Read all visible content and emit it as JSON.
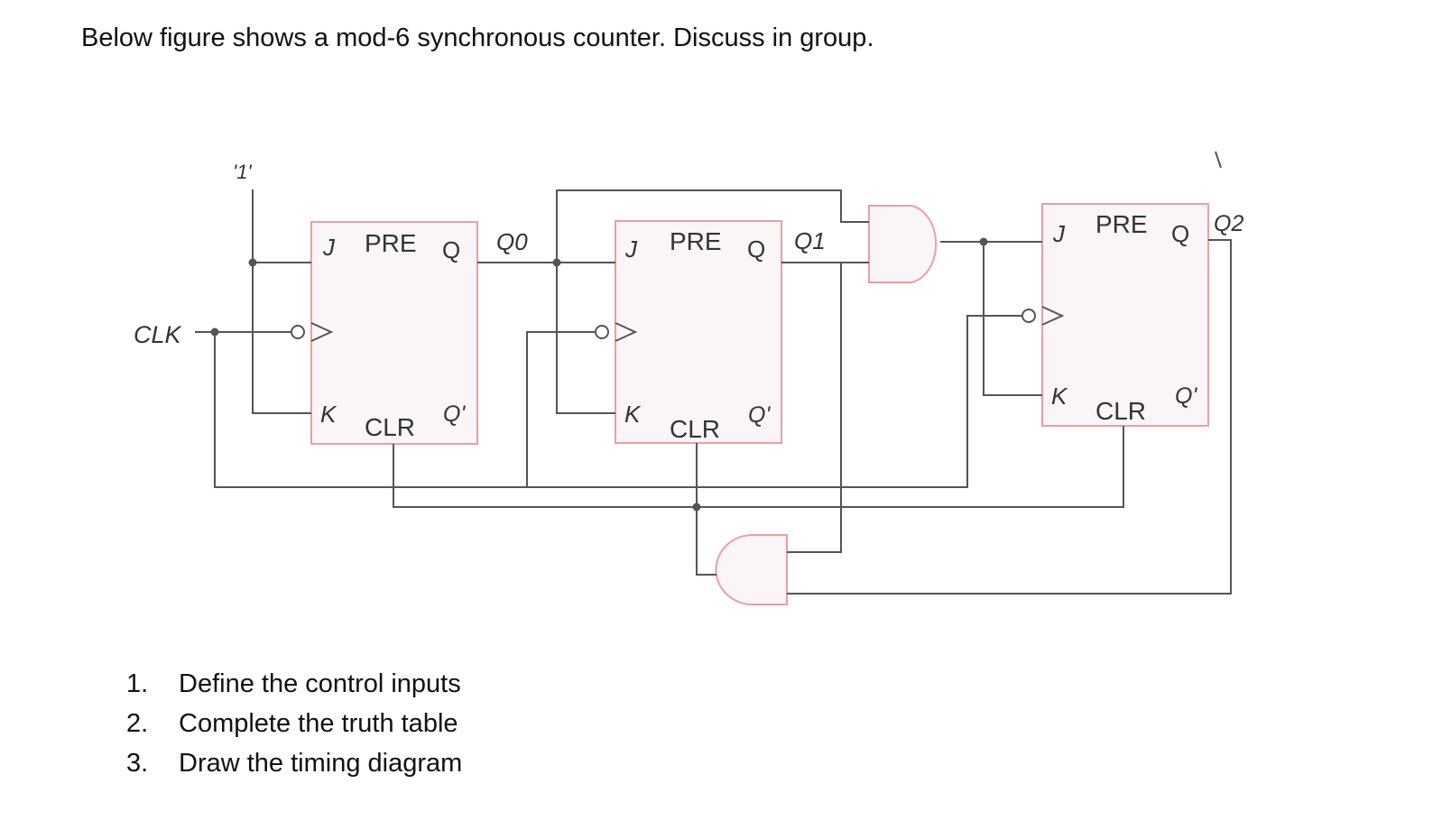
{
  "heading": "Below figure shows a mod-6 synchronous counter. Discuss in group.",
  "tasks": [
    {
      "num": "1.",
      "text": "Define the control inputs"
    },
    {
      "num": "2.",
      "text": "Complete the truth table"
    },
    {
      "num": "3.",
      "text": "Draw the timing diagram"
    }
  ],
  "circuit": {
    "constant_one": "'1'",
    "clock_label": "CLK",
    "flipflops": [
      {
        "j": "J",
        "k": "K",
        "pre": "PRE",
        "clr": "CLR",
        "q": "Q",
        "qbar": "Q'",
        "output": "Q0"
      },
      {
        "j": "J",
        "k": "K",
        "pre": "PRE",
        "clr": "CLR",
        "q": "Q",
        "qbar": "Q'",
        "output": "Q1"
      },
      {
        "j": "J",
        "k": "K",
        "pre": "PRE",
        "clr": "CLR",
        "q": "Q",
        "qbar": "Q'",
        "output": "Q2"
      }
    ],
    "colors": {
      "wire": "#555555",
      "block_border": "#e8a0a4",
      "block_fill": "#faf5f6"
    }
  }
}
